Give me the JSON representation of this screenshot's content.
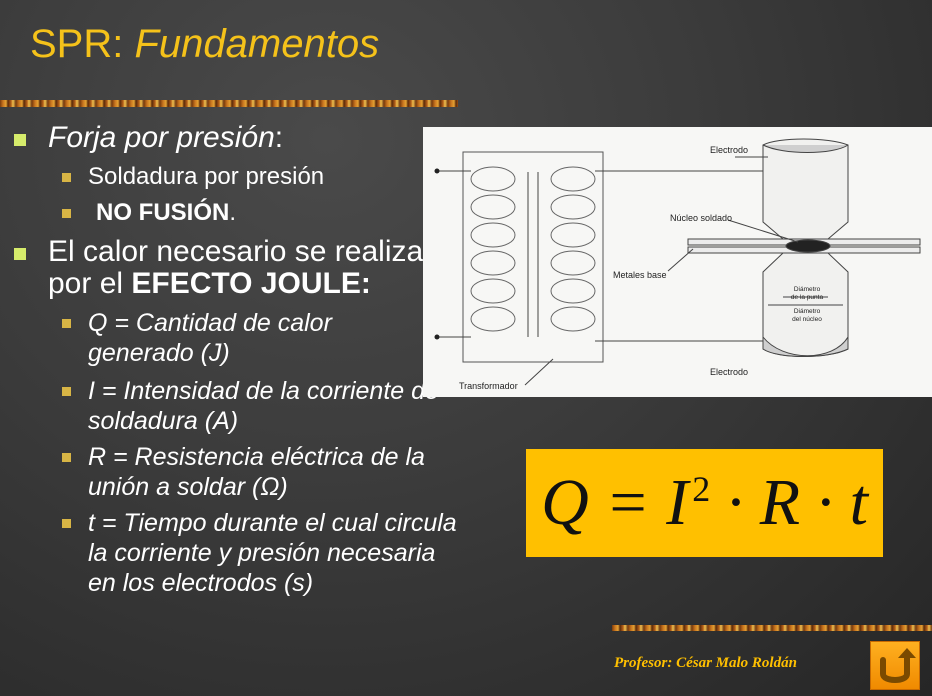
{
  "slide": {
    "title_prefix": "SPR: ",
    "title_italic": "Fundamentos",
    "bullets": {
      "b1_italic": "Forja por presión",
      "b1_colon": ":",
      "b1_sub1": "Soldadura por presión",
      "b1_sub2_bold": "NO FUSIÓN",
      "b1_sub2_dot": ".",
      "b2_part1": "El calor necesario se realiza por el ",
      "b2_bold": "EFECTO JOULE:",
      "items": [
        "Q = Cantidad de calor generado (J)",
        "I = Intensidad de la corriente de soldadura (A)",
        "R = Resistencia eléctrica de la unión a soldar (Ω)",
        "t = Tiempo durante el cual circula la corriente y presión necesaria en los electrodos (s)"
      ]
    },
    "formula": {
      "lhs": "Q = I",
      "exp": "2",
      "rhs": " · R · t"
    },
    "footer": "Profesor: César Malo Roldán",
    "colors": {
      "title": "#f5c21a",
      "formula_bg": "#ffc000",
      "bullet_l1": "#d6ec6b",
      "bullet_l2": "#d8b545",
      "home_button": "#f39800"
    },
    "icons": {
      "home": "return-arrow-icon"
    }
  },
  "diagram": {
    "labels": {
      "electrodo_top": "Electrodo",
      "nucleo": "Núcleo soldado",
      "metales": "Metales base",
      "diam_punta_1": "Diámetro",
      "diam_punta_2": "de la punta",
      "diam_nucleo_1": "Diámetro",
      "diam_nucleo_2": "del núcleo",
      "electrodo_bottom": "Electrodo",
      "transformador": "Transformador"
    }
  }
}
